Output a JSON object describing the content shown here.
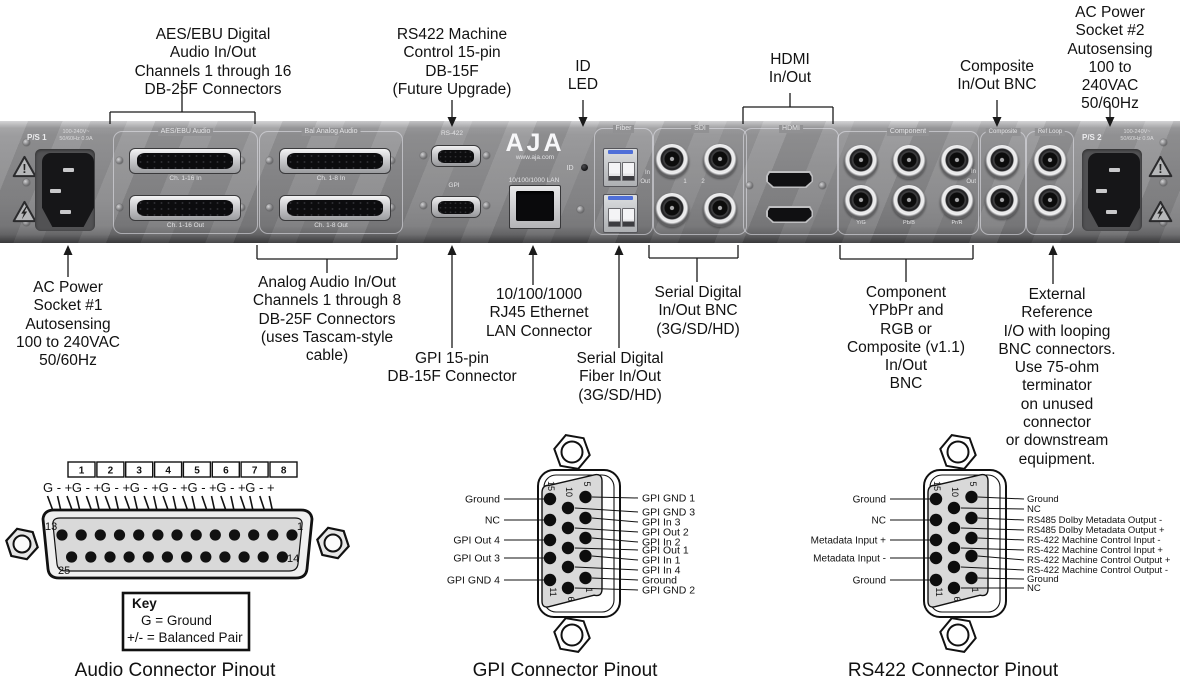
{
  "callouts_top": {
    "aes": "AES/EBU Digital\nAudio In/Out\nChannels 1 through 16\nDB-25F Connectors",
    "rs422": "RS422 Machine\nControl 15-pin\nDB-15F\n(Future Upgrade)",
    "id_led": "ID\nLED",
    "hdmi": "HDMI\nIn/Out",
    "composite": "Composite\nIn/Out BNC",
    "ac2": "AC Power\nSocket #2\nAutosensing\n100 to 240VAC\n50/60Hz"
  },
  "callouts_bottom": {
    "ac1": "AC Power\nSocket #1\nAutosensing\n100 to 240VAC\n50/60Hz",
    "analog": "Analog Audio In/Out\nChannels 1 through 8\nDB-25F Connectors\n(uses Tascam-style\ncable)",
    "gpi": "GPI 15-pin\nDB-15F Connector",
    "lan": "10/100/1000\nRJ45 Ethernet\nLAN Connector",
    "fiber": "Serial Digital\nFiber In/Out\n(3G/SD/HD)",
    "sdi": "Serial Digital\nIn/Out BNC\n(3G/SD/HD)",
    "component": "Component\nYPbPr and\nRGB or\nComposite (v1.1)\nIn/Out\nBNC",
    "extref": "External Reference\nI/O with looping\nBNC connectors.\nUse 75-ohm terminator\non unused connector\nor downstream equipment."
  },
  "panel": {
    "ps1_label": "P/S 1",
    "ps2_label": "P/S 2",
    "ps_spec": "100-240V~\n50/60Hz 0.9A",
    "logo": "AJA",
    "website": "www.aja.com",
    "id_label": "ID",
    "lan_label": "10/100/1000 LAN",
    "rs422_label": "RS-422",
    "gpi_label": "GPI",
    "groups": {
      "aes": "AES/EBU Audio",
      "analog": "Bal Analog Audio",
      "fiber": "Fiber",
      "sdi": "SDI",
      "hdmi": "HDMI",
      "component": "Component",
      "composite": "Composite",
      "refloop": "Ref Loop"
    },
    "aes_in": "Ch. 1-16 In",
    "aes_out": "Ch. 1-16 Out",
    "analog_in": "Ch. 1-8 In",
    "analog_out": "Ch. 1-8 Out",
    "sdi_1": "1",
    "sdi_2": "2",
    "in_label": "In",
    "out_label": "Out",
    "component_labels": [
      "Y/G",
      "Pb/B",
      "Pr/R"
    ]
  },
  "audio_pinout": {
    "channels": [
      "1",
      "2",
      "3",
      "4",
      "5",
      "6",
      "7",
      "8"
    ],
    "pin_group": "G - +",
    "corner_pins": {
      "top_left": "13",
      "top_right": "1",
      "bottom_left": "25",
      "bottom_right": "14"
    },
    "key": {
      "title": "Key",
      "line1": "G = Ground",
      "line2": "+/- = Balanced Pair"
    },
    "title": "Audio Connector Pinout"
  },
  "gpi_pinout": {
    "left_labels": [
      "Ground",
      "NC",
      "GPI Out 4",
      "GPI Out 3",
      "GPI GND 4"
    ],
    "right_labels": [
      "GPI GND 1",
      "GPI GND 3",
      "GPI In 3",
      "GPI Out 2",
      "GPI In 2",
      "GPI Out 1",
      "GPI In 1",
      "GPI In 4",
      "Ground",
      "GPI GND 2"
    ],
    "pins": [
      "15",
      "10",
      "5",
      "11",
      "6",
      "1"
    ],
    "title": "GPI Connector Pinout"
  },
  "rs422_pinout": {
    "left_labels": [
      "Ground",
      "NC",
      "Metadata Input +",
      "Metadata Input -",
      "Ground"
    ],
    "right_labels": [
      "Ground",
      "NC",
      "RS485 Dolby Metadata Output -",
      "RS485 Dolby Metadata Output +",
      "RS-422 Machine Control Input -",
      "RS-422 Machine Control Input +",
      "RS-422 Machine Control Output +",
      "RS-422 Machine Control Output -",
      "Ground",
      "NC"
    ],
    "pins": [
      "15",
      "10",
      "5",
      "11",
      "6",
      "1"
    ],
    "title": "RS422 Connector Pinout"
  },
  "colors": {
    "panel_base": "#8e8e90",
    "fiber_tab_blue": "#4f6fd8",
    "callout_line": "#1a1a1a"
  }
}
